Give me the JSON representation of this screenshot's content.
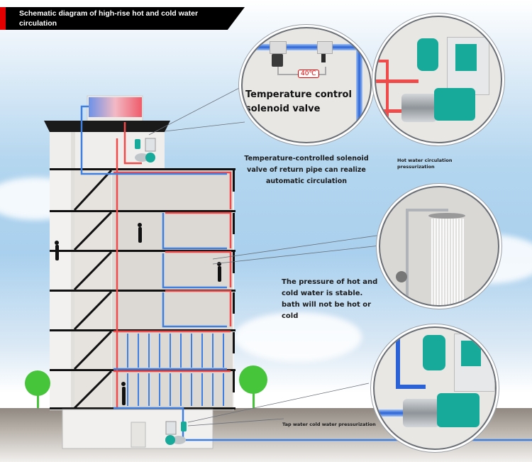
{
  "title": "Schematic diagram of high-rise hot and cold water circulation",
  "colors": {
    "accent_red": "#e40000",
    "banner_bg": "#000000",
    "hot_pipe": "#ef4b4b",
    "cold_pipe": "#3f7fe0",
    "pump_teal": "#17a99a",
    "tree_green": "#46c43a"
  },
  "callouts": {
    "solenoid_circle_title": "Temperature control solenoid valve",
    "solenoid_temp_badge": "40℃",
    "solenoid_description": "Temperature-controlled solenoid valve of return pipe can realize automatic circulation",
    "hot_pump_label": "Hot water circulation pressurization",
    "shower_description": "The pressure of hot and cold water is stable. bath will not be hot or cold",
    "cold_pump_label": "Tap water cold water pressurization"
  },
  "icons": {
    "solenoid": "solenoid-valve-icon",
    "hot_pump": "booster-pump-icon",
    "shower": "shower-head-icon",
    "cold_pump": "booster-pump-icon",
    "tank": "water-tank-icon",
    "tree": "tree-icon",
    "person": "person-silhouette-icon"
  }
}
